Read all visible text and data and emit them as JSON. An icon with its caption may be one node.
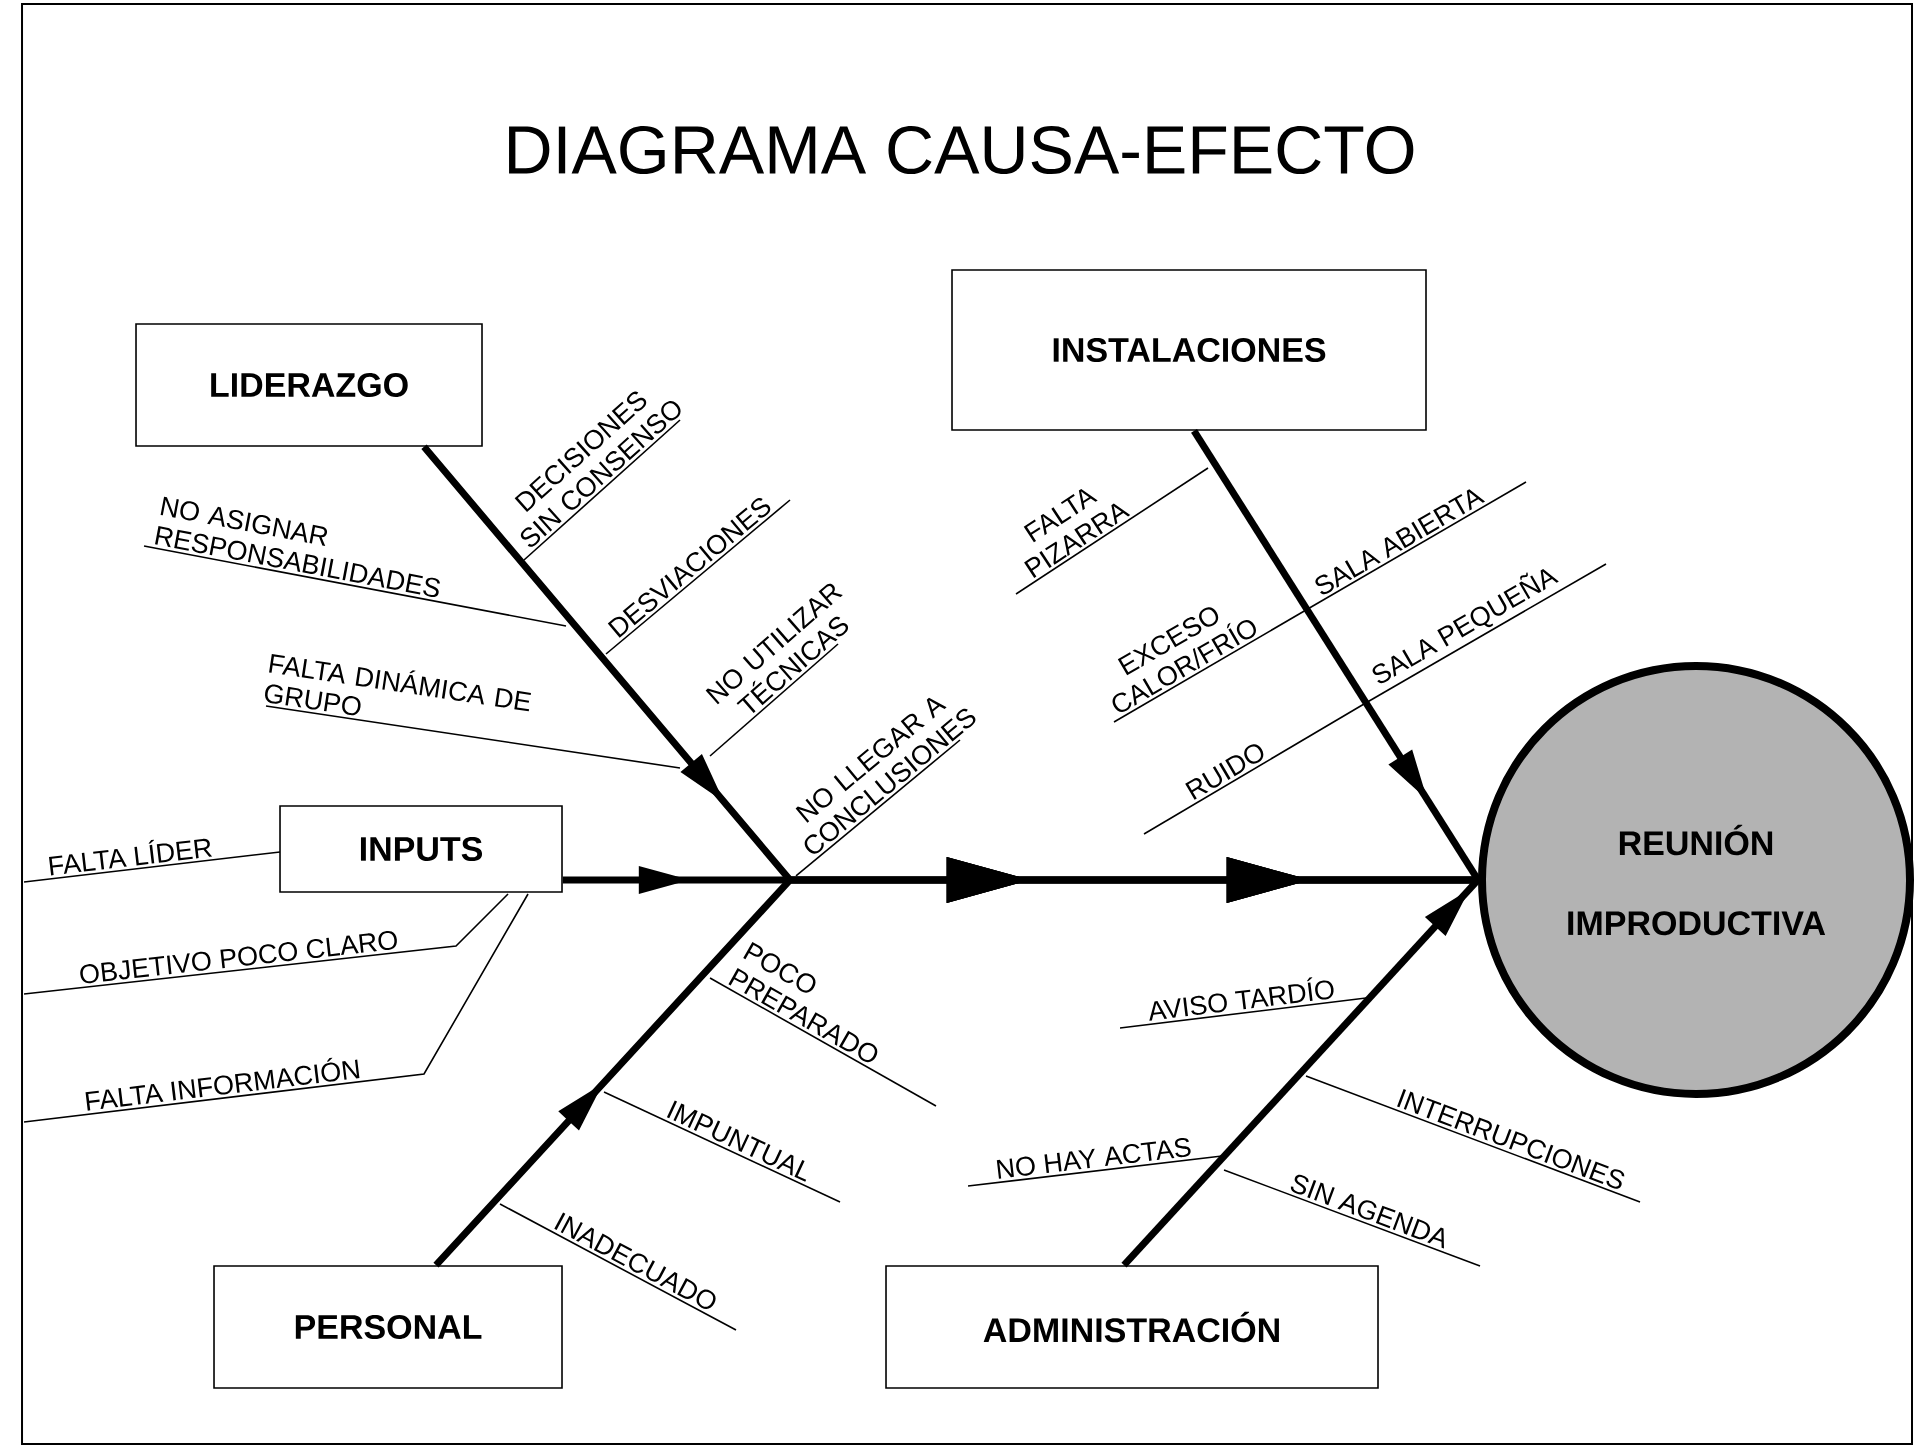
{
  "diagram": {
    "title": "DIAGRAMA CAUSA-EFECTO",
    "nodes": [
      {
        "text": [
          "LIDERAZGO"
        ]
      },
      {
        "text": [
          "INSTALACIONES"
        ]
      },
      {
        "text": [
          "INPUTS"
        ]
      },
      {
        "text": [
          "REUNIÓN IMPRODUCTIVA"
        ]
      },
      {
        "text": [
          "PERSONAL"
        ]
      },
      {
        "text": [
          "ADMINISTRACIÓN"
        ]
      }
    ],
    "edges": [
      {
        "from": 0,
        "to": 3,
        "arrow": "to"
      },
      {
        "from": 1,
        "to": 3,
        "arrow": "to"
      },
      {
        "from": 2,
        "to": 3,
        "arrow": "to"
      },
      {
        "from": 4,
        "to": 3,
        "arrow": "to"
      },
      {
        "from": 5,
        "to": 3,
        "arrow": "to"
      }
    ],
    "labels": [
      "DECISIONES SIN CONSENSO",
      "NO ASIGNAR RESPONSABILIDADES",
      "DESVIACIONES",
      "NO UTILIZAR TÉCNICAS",
      "FALTA DINÁMICA DE GRUPO",
      "NO LLEGAR A CONCLUSIONES",
      "FALTA PIZARRA",
      "SALA ABIERTA",
      "EXCESO CALOR/FRÍO",
      "SALA PEQUEÑA",
      "RUIDO",
      "FALTA LÍDER",
      "OBJETIVO POCO CLARO",
      "FALTA INFORMACIÓN",
      "POCO PREPARADO",
      "AVISO TARDÍO",
      "IMPUNTUAL",
      "INTERRUPCIONES",
      "NO HAY ACTAS",
      "SIN AGENDA",
      "INADECUADO"
    ]
  }
}
